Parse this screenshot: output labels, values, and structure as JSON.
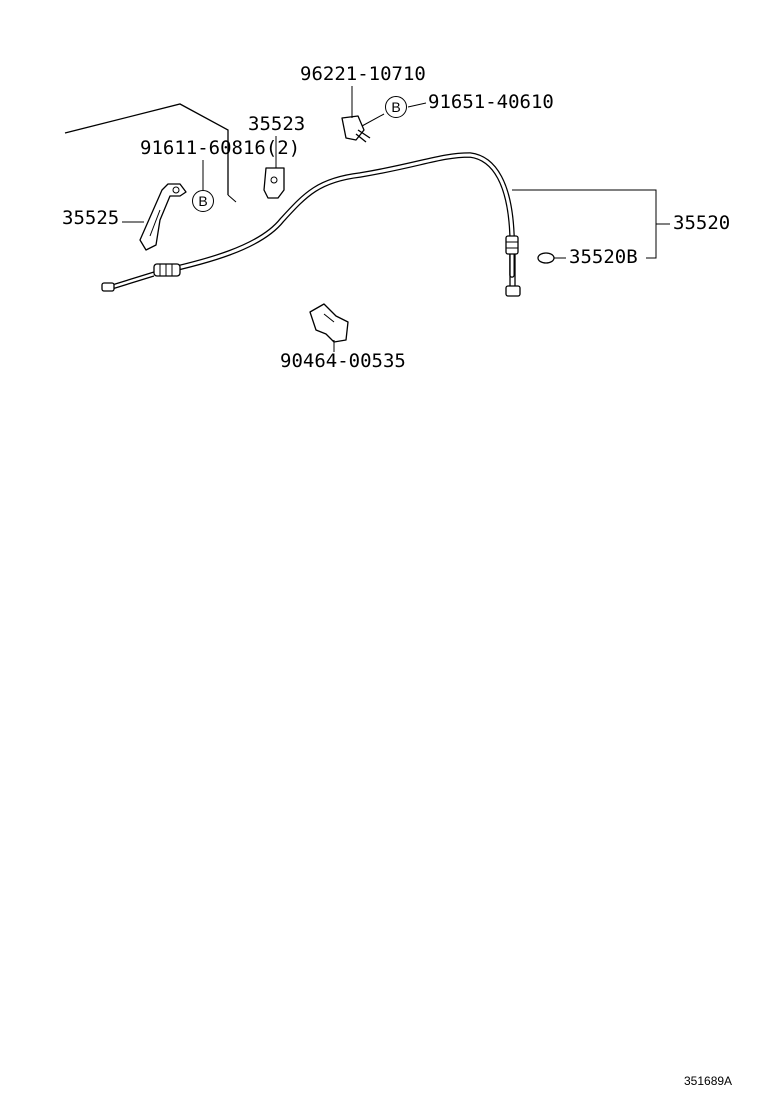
{
  "labels": {
    "p96221": "96221-10710",
    "p91651": "91651-40610",
    "p35523": "35523",
    "p91611": "91611-60816(2)",
    "p35525": "35525",
    "p35520": "35520",
    "p35520b": "35520B",
    "p90464": "90464-00535"
  },
  "callouts": {
    "b1": "B",
    "b2": "B"
  },
  "illustration_code": "351689A"
}
